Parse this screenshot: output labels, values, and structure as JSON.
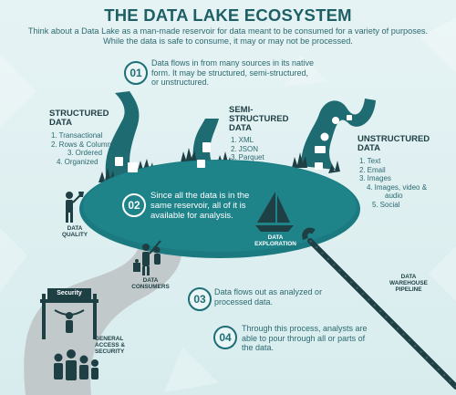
{
  "title": "THE DATA LAKE ECOSYSTEM",
  "intro": "Think about a Data Lake as a man-made reservoir for data meant to be consumed for a variety of purposes.  While the data is safe to consume, it may or may not be processed.",
  "steps": [
    {
      "num": "01",
      "text": "Data flows in from many sources in its native form.  It may be structured, semi-structured, or unstructured."
    },
    {
      "num": "02",
      "text": "Since all the data is in the same reservoir, all of it is available for analysis."
    },
    {
      "num": "03",
      "text": "Data flows out as analyzed or processed data."
    },
    {
      "num": "04",
      "text": "Through this process, analysts are able to pour through all or parts of the data."
    }
  ],
  "structured": {
    "title": "STRUCTURED DATA",
    "items": [
      {
        "n": "1.",
        "t": "Transactional"
      },
      {
        "n": "2.",
        "t": "Rows & Columns"
      },
      {
        "n": "3.",
        "t": "Ordered"
      },
      {
        "n": "4.",
        "t": "Organized"
      }
    ]
  },
  "semi": {
    "title_line1": "SEMI-STRUCTURED",
    "title_line2": "DATA",
    "items": [
      {
        "n": "1.",
        "t": "XML"
      },
      {
        "n": "2.",
        "t": "JSON"
      },
      {
        "n": "3.",
        "t": "Parquet"
      }
    ]
  },
  "unstructured": {
    "title_line1": "UNSTRUCTURED",
    "title_line2": "DATA",
    "items": [
      {
        "n": "1.",
        "t": "Text"
      },
      {
        "n": "2.",
        "t": "Email"
      },
      {
        "n": "3.",
        "t": "Images"
      },
      {
        "n": "4.",
        "t": "Images, video &"
      },
      {
        "n": "",
        "t": "audio"
      },
      {
        "n": "5.",
        "t": "Social"
      }
    ]
  },
  "labels": {
    "quality_1": "DATA",
    "quality_2": "QUALITY",
    "exploration_1": "DATA",
    "exploration_2": "EXPLORATION",
    "consumers_1": "DATA",
    "consumers_2": "CONSUMERS",
    "warehouse_1": "DATA",
    "warehouse_2": "WAREHOUSE",
    "warehouse_3": "PIPELINE",
    "access_1": "GENERAL",
    "access_2": "ACCESS &",
    "access_3": "SECURITY",
    "security_sign": "Security"
  },
  "colors": {
    "lake": "#1b7a80",
    "river": "#1e6b72",
    "dark": "#1e3f44",
    "path": "#bfc7c9",
    "accent_text": "#2b6a70"
  }
}
